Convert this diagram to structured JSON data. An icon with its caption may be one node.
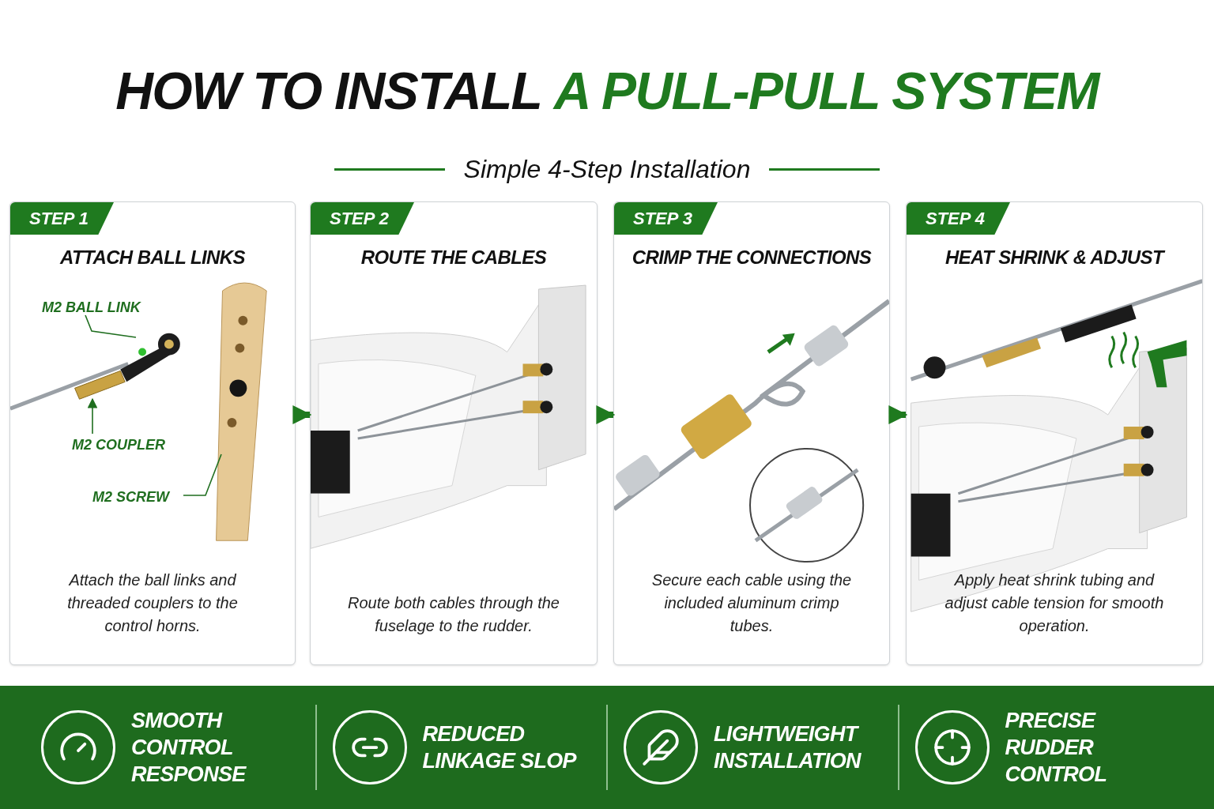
{
  "diagram": {
    "title": "HOW TO INSTALL **A PULL-PULL SYSTEM**",
    "caption": "Simple 4-Step Installation",
    "nodes": [
      {
        "text": [
          "STEP 1",
          "ATTACH BALL LINKS",
          "Attach the ball links and threaded couplers to the control horns."
        ]
      },
      {
        "text": [
          "M2 BALL LINK"
        ],
        "in": 0
      },
      {
        "text": [
          "M2 COUPLER"
        ],
        "in": 0
      },
      {
        "text": [
          "M2 SCREW"
        ],
        "in": 0
      },
      {
        "text": [
          "STEP 2",
          "ROUTE THE CABLES",
          "Route both cables through the fuselage to the rudder."
        ]
      },
      {
        "text": [
          "STEP 3",
          "CRIMP THE CONNECTIONS",
          "Secure each cable using the included aluminum crimp tubes."
        ]
      },
      {
        "text": [
          "STEP 4",
          "HEAT SHRINK & ADJUST",
          "Apply heat shrink tubing and adjust cable tension for smooth operation."
        ]
      }
    ],
    "edges": [
      {
        "from": 0,
        "to": 4,
        "arrow": "to",
        "style": "thick"
      },
      {
        "from": 4,
        "to": 5,
        "arrow": "to",
        "style": "thick"
      },
      {
        "from": 5,
        "to": 6,
        "arrow": "to",
        "style": "thick"
      },
      {
        "from": 1,
        "to": null,
        "arrow": "none"
      },
      {
        "from": 2,
        "to": null,
        "arrow": "to"
      },
      {
        "from": 3,
        "to": null,
        "arrow": "none"
      }
    ],
    "labels": [
      "SMOOTH CONTROL RESPONSE",
      "REDUCED LINKAGE SLOP",
      "LIGHTWEIGHT INSTALLATION",
      "PRECISE RUDDER CONTROL"
    ]
  }
}
